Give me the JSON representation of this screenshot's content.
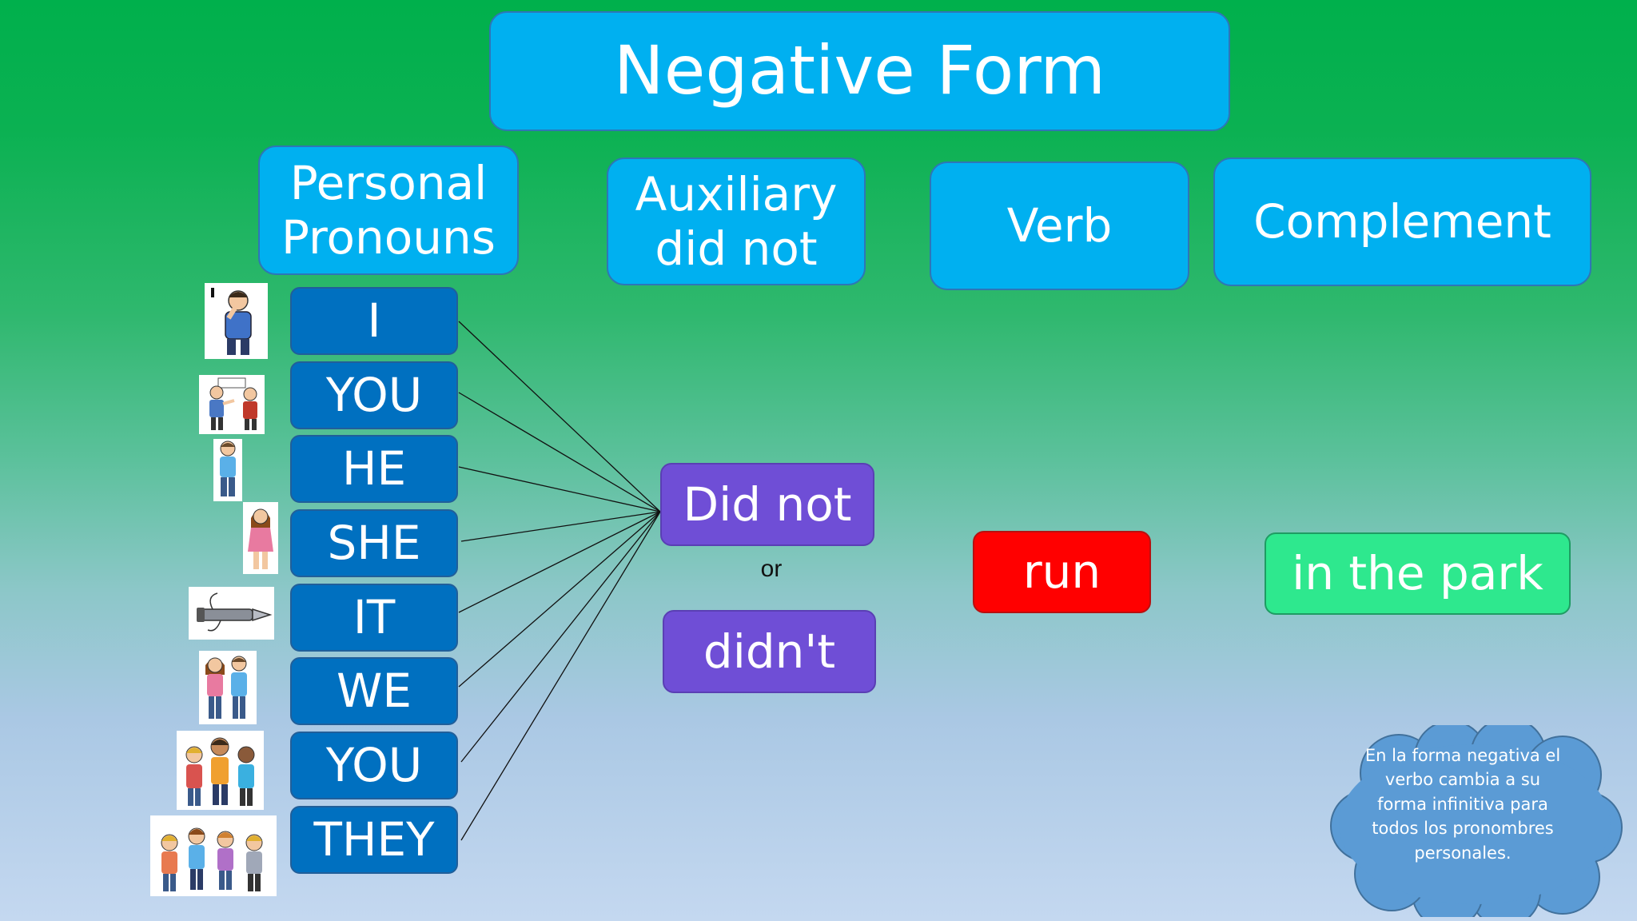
{
  "title": "Negative Form",
  "headers": {
    "pronouns": "Personal Pronouns",
    "auxiliary": "Auxiliary did not",
    "verb": "Verb",
    "complement": "Complement"
  },
  "pronouns": [
    "I",
    "YOU",
    "HE",
    "SHE",
    "IT",
    "WE",
    "YOU",
    "THEY"
  ],
  "auxiliary": {
    "full": "Did not",
    "connector": "or",
    "short": "didn't"
  },
  "verb": "run",
  "complement": "in the park",
  "note": "En la forma negativa el verbo cambia a su forma infinitiva para todos los pronombres personales.",
  "colors": {
    "header": "#00b0f0",
    "pronoun": "#0070c0",
    "auxiliary": "#6f4ed6",
    "verb": "#ff0000",
    "complement": "#2ee88e",
    "cloud": "#5b9bd5"
  },
  "icons": [
    "person-i-icon",
    "people-you-icon",
    "boy-icon",
    "girl-icon",
    "pen-icon",
    "couple-icon",
    "group-icon",
    "crowd-icon"
  ]
}
